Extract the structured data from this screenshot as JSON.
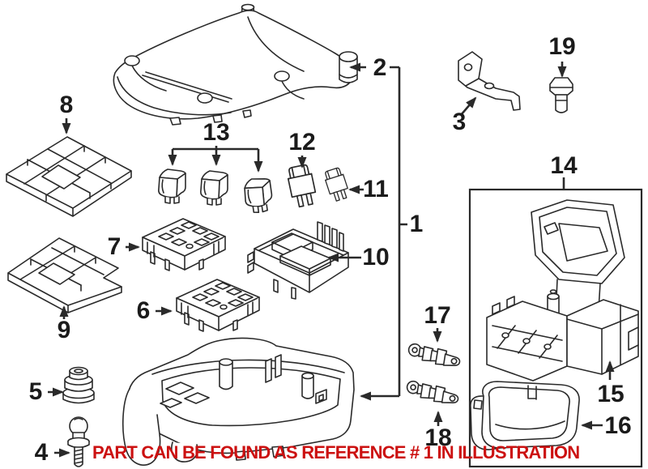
{
  "note": {
    "text": "PART CAN BE FOUND AS REFERENCE # 1 IN ILLUSTRATION"
  },
  "colors": {
    "background": "#ffffff",
    "line": "#2a2a2a",
    "label": "#1b1b1b",
    "note": "#cc1111"
  },
  "callouts": {
    "c1": "1",
    "c2": "2",
    "c3": "3",
    "c4": "4",
    "c5": "5",
    "c6": "6",
    "c7": "7",
    "c8": "8",
    "c9": "9",
    "c10": "10",
    "c11": "11",
    "c12": "12",
    "c13": "13",
    "c14": "14",
    "c15": "15",
    "c16": "16",
    "c17": "17",
    "c18": "18",
    "c19": "19"
  }
}
